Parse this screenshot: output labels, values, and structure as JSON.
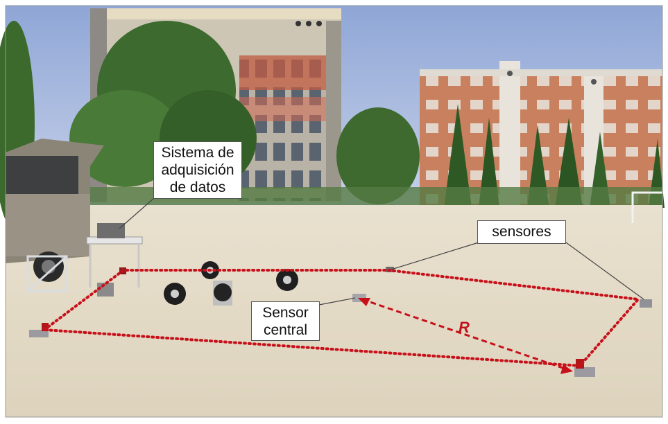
{
  "labels": {
    "acquisition": "Sistema de\nadquisición\nde datos",
    "sensors": "sensores",
    "central": "Sensor\ncentral",
    "radius": "R"
  },
  "colors": {
    "sky": "#a9bde0",
    "ground": "#e4dccb",
    "array_line": "#c8101a",
    "building_left_accent": "#c65a3f",
    "building_right": "#c9805e",
    "trees": "#3d6b2f"
  }
}
